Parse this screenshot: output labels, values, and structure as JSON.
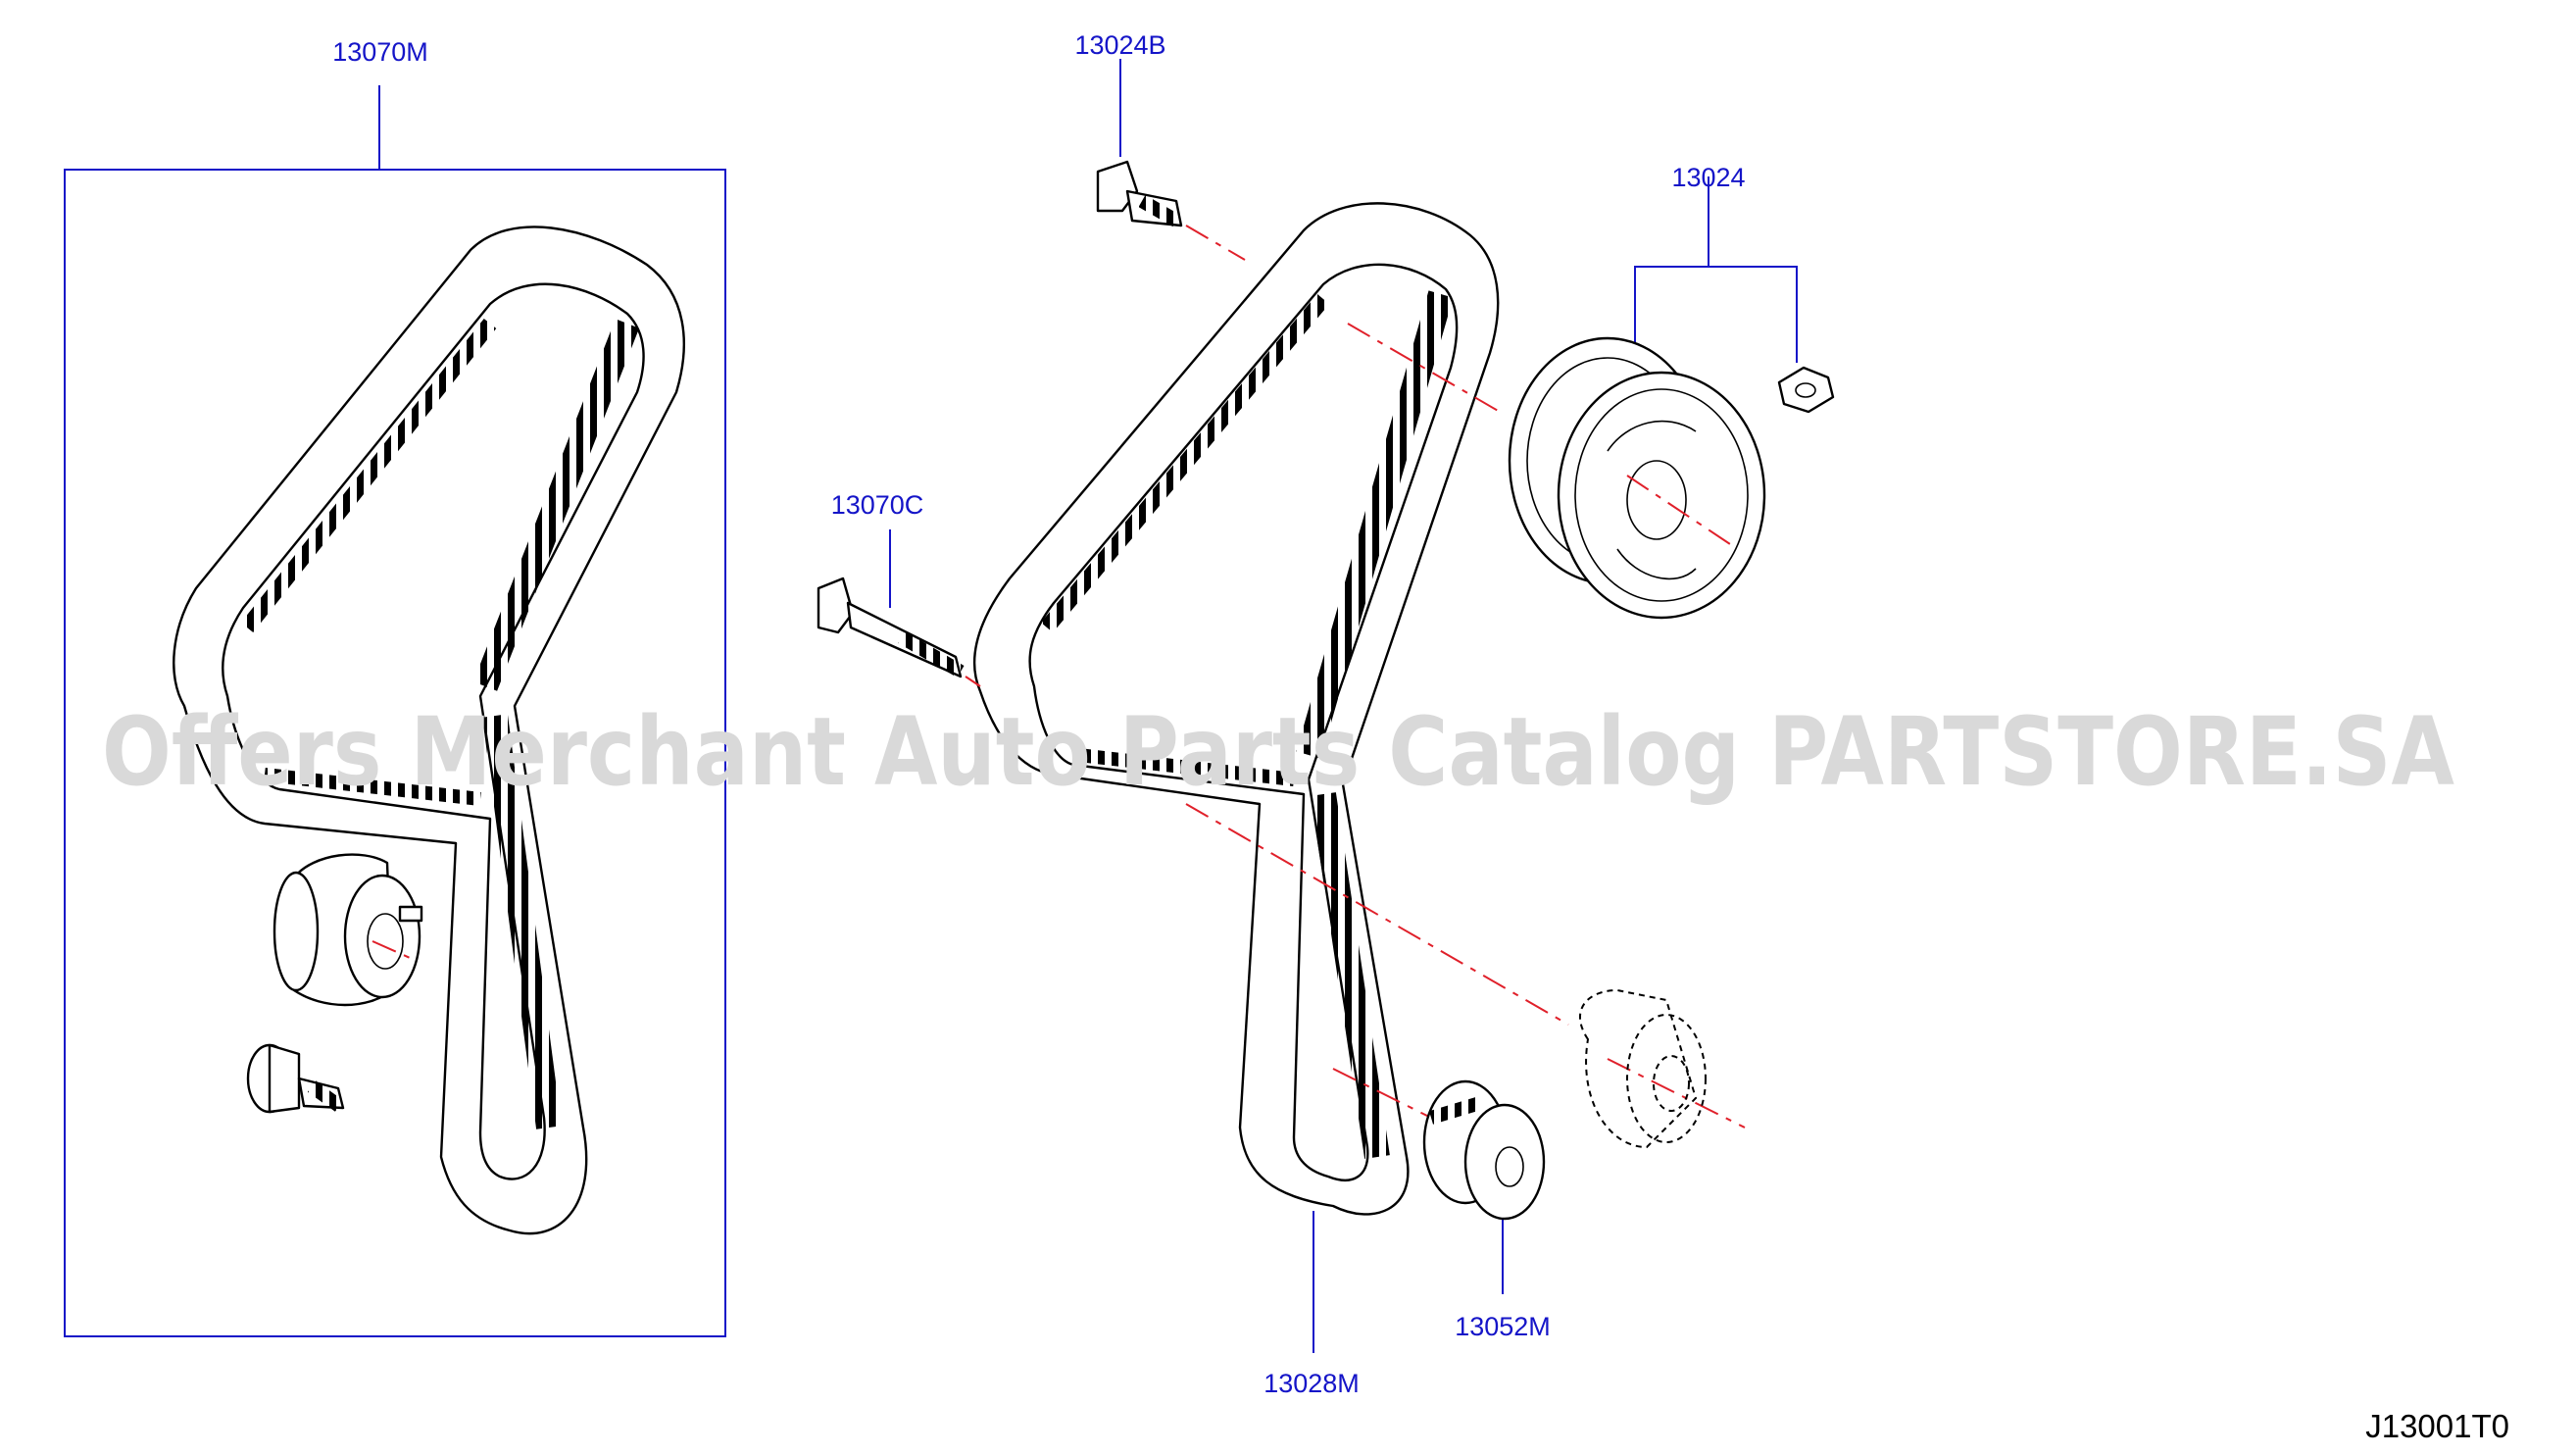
{
  "callouts": {
    "belt_kit": "13070M",
    "bolt_top": "13024B",
    "sprocket": "13024",
    "long_bolt": "13070C",
    "timing_belt": "13028M",
    "crank_sprocket": "13052M"
  },
  "figure_ref": "J13001T0",
  "watermark": "Offers Merchant Auto Parts Catalog PARTSTORE.SA",
  "colors": {
    "callout": "#1515c8",
    "centerline": "#e0202a",
    "line": "#000000",
    "watermark": "#d9d9d9"
  }
}
